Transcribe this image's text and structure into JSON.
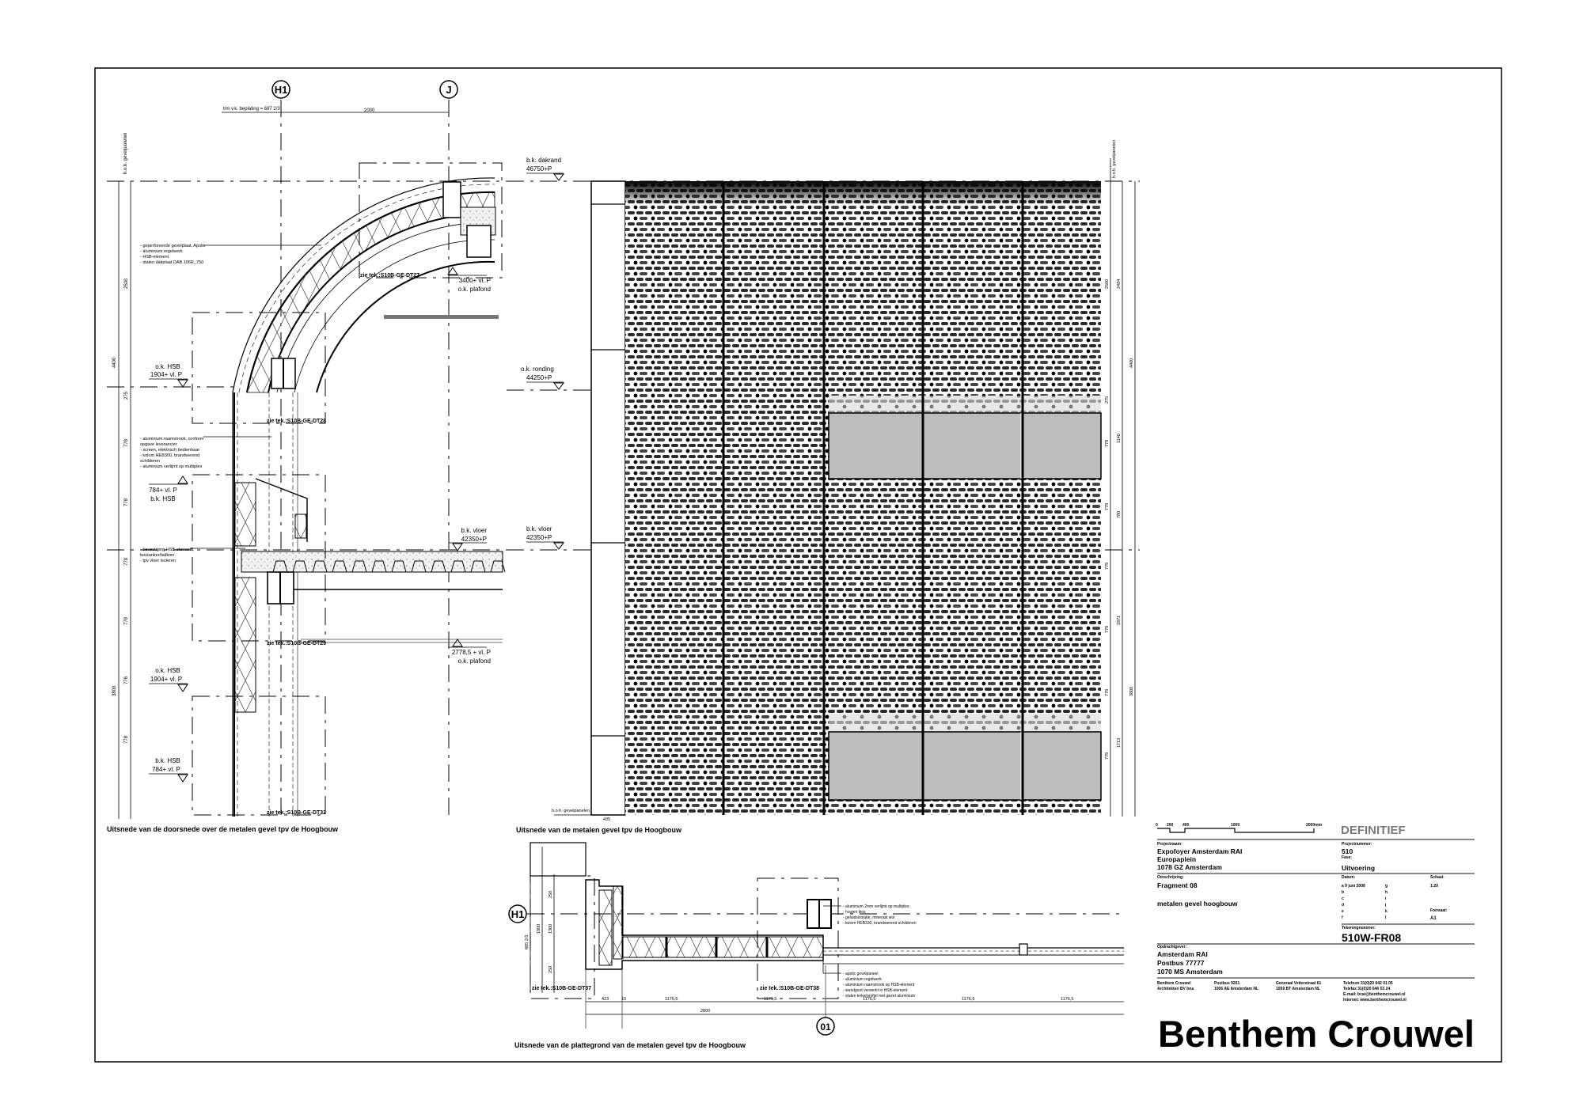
{
  "axes": {
    "h1": "H1",
    "j": "J",
    "o1": "01"
  },
  "section": {
    "caption": "Uitsnede van de doorsnede over de metalen gevel tpv de Hoogbouw",
    "top_dimension": "t/m v.k. beplating = 687 2/3",
    "grid_dimension": "2000",
    "vertical_label": "h.o.h. gevelpanelen",
    "dims": [
      "2500",
      "4400",
      "275",
      "778",
      "778",
      "778",
      "778",
      "778",
      "778",
      "3800"
    ],
    "annotation_1": [
      "- geperforeerde gevelplaat, Apolic",
      "- aluminium regelwerk",
      "- HSB-element",
      "- stalen dakplaat DAB 106R_750"
    ],
    "annotation_2": [
      "- aluminium raamstrook, conform",
      "  opgave leverancier",
      "- screen, elektrisch bedienbaar",
      "- kolom HEB300, brandwerend",
      "  schilderen",
      "- aluminium verlijmt op multiplex"
    ],
    "annotation_3": [
      "- bevestiging HSB-element ,",
      "  boutanker/balkoni",
      "- tpv vloer isoleren"
    ],
    "levels": {
      "okhsb_1": {
        "name": "o.k. HSB",
        "value": "1904+ vl. P"
      },
      "bkhsb_1": {
        "name": "b.k. HSB",
        "value": "784+ vl. P"
      },
      "okhsb_2": {
        "name": "o.k. HSB",
        "value": "1904+ vl. P"
      },
      "bkhsb_2": {
        "name": "b.k. HSB",
        "value": "784+ vl. P"
      },
      "plafond_1": {
        "name": "o.k. plafond",
        "value": "3400+ vl. P"
      },
      "vloer": {
        "name": "b.k. vloer",
        "value": "42350+P"
      },
      "plafond_2": {
        "name": "o.k. plafond",
        "value": "2778,5 + vl. P"
      }
    },
    "refs": [
      "zie tek.:S10B-GE-DT27",
      "zie tek.:S10B-GE-DT28",
      "zie tek.:S10B-GE-DT29",
      "zie tek.:S10B-GE-DT32"
    ]
  },
  "elevation": {
    "caption": "Uitsnede van de metalen gevel tpv de Hoogbouw",
    "levels": {
      "dakrand": {
        "name": "b.k. dakrand",
        "value": "46750+P"
      },
      "ronding": {
        "name": "o.k. ronding",
        "value": "44250+P"
      },
      "vloer": {
        "name": "b.k. vloer",
        "value": "42350+P"
      }
    },
    "bottom_label": "h.o.h. gevelpanelen",
    "bottom_dim": "435",
    "right_label": "h.o.h. gevelpanelen",
    "right_dims": [
      "2500",
      "275",
      "778",
      "778",
      "778",
      "778",
      "778",
      "778",
      "2494",
      "1140",
      "780",
      "1871",
      "1713",
      "4400",
      "3800"
    ]
  },
  "plan": {
    "caption": "Uitsnede van de plattegrond van de metalen gevel tpv de Hoogbouw",
    "annotation_1": [
      "- aluminium 2mm verlijmt op multiplex",
      "- houten klos",
      "- geluidsisolatie, mineraal wol",
      "- kolom HEB330, brandwerend schilderen"
    ],
    "annotation_2": [
      "- apolic gevelpaneel",
      "- aluminium regelwerk",
      "- aluminium raamstrook op HSB-element",
      "- wandgoot verwerkt in HSB-element",
      "- stalen kokerprofiel met gezet aluminium"
    ],
    "refs": [
      "zie tek.:S10B-GE-DT37",
      "zie tek.:S10B-GE-DT38"
    ],
    "dims": [
      "423",
      "15",
      "1176,5",
      "1176,5",
      "1176,5",
      "1176,5",
      "1176,5"
    ],
    "total_dim": "2800",
    "vertical_dims": [
      "250",
      "1300",
      "250",
      "1800",
      "685 2/3"
    ]
  },
  "title_block": {
    "scale_bar": [
      "0",
      "200",
      "400",
      "1000",
      "2000mm"
    ],
    "status": "DEFINITIEF",
    "project_label": "Projectnaam:",
    "project": [
      "Expofoyer Amsterdam RAI",
      "Europaplein",
      "1078 GZ Amsterdam"
    ],
    "project_number_label": "Projectnummer:",
    "project_number": "510",
    "phase_label": "Fase:",
    "phase": "Uitvoering",
    "description_label": "Omschrijving:",
    "description": [
      "Fragment 08",
      "metalen gevel hoogbouw"
    ],
    "date_label": "Datum:",
    "revisions_left": [
      "a 9 juni 2008",
      "b",
      "c",
      "d",
      "e",
      "f"
    ],
    "revisions_right": [
      "g",
      "h",
      "i",
      "j",
      "k",
      "l"
    ],
    "scale_label": "Schaal:",
    "scale": "1:20",
    "format_label": "Formaat:",
    "format": "A1",
    "drawing_number_label": "Tekeningnummer:",
    "drawing_number": "510W-FR08",
    "client_label": "Opdrachtgever:",
    "client": [
      "Amsterdam RAI",
      "Postbus 77777",
      "1070 MS Amsterdam"
    ],
    "office": [
      "Benthem Crouwel",
      "Architekten BV bna"
    ],
    "postal": [
      "Postbus 9201",
      "1006 AE  Amsterdam  NL"
    ],
    "visit": [
      "Generaal Vetterstraat 61",
      "1059 BT  Amsterdam  NL"
    ],
    "contact": [
      "Telefoon 31(0)20 642 01 05",
      "Telefax 31(0)20 646 53 24",
      "E-mail: bcai@benthemcrouwel.nl",
      "Internet: www.benthemcrouwel.nl"
    ],
    "logo": "Benthem Crouwel"
  },
  "colors": {
    "ink": "#000000",
    "glass": "#bdbdbd",
    "status": "#7a7a7a"
  }
}
